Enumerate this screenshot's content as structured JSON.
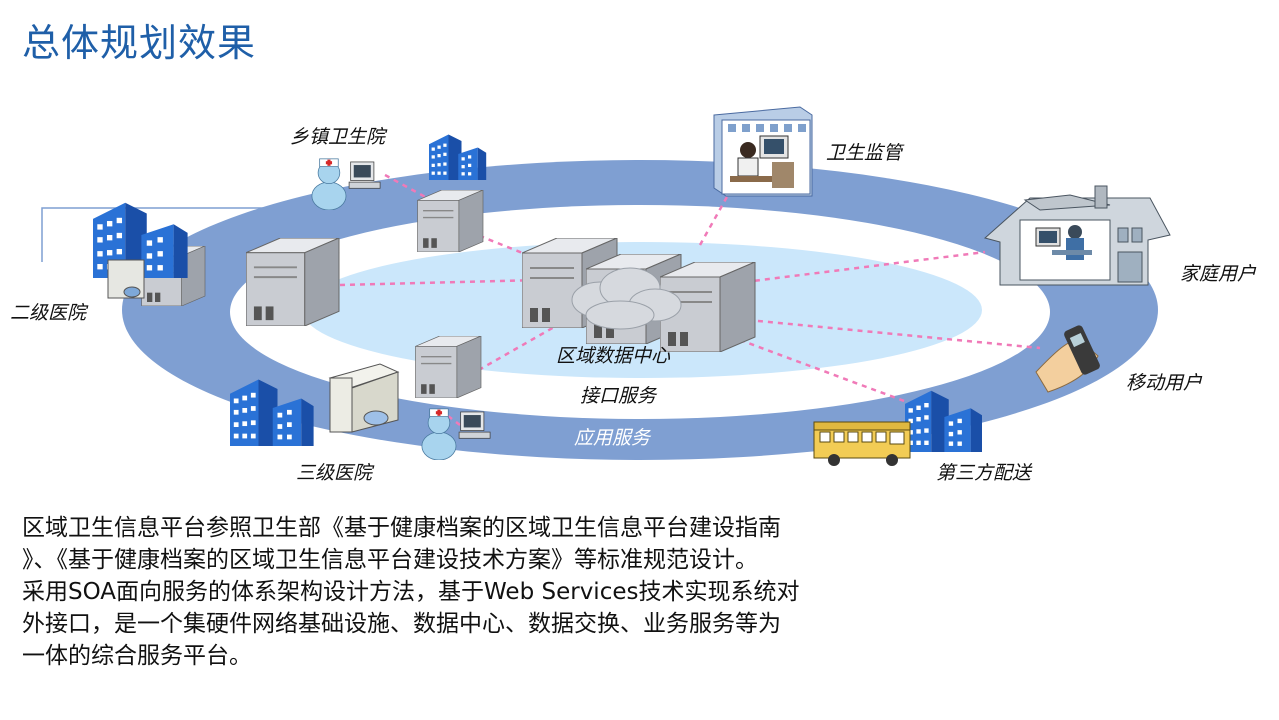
{
  "title": "总体规划效果",
  "diagram": {
    "labels": {
      "township": "乡镇卫生院",
      "supervision": "卫生监管",
      "secondary_hospital": "二级医院",
      "home_user": "家庭用户",
      "data_center": "区域数据中心",
      "mobile_user": "移动用户",
      "interface_service": "接口服务",
      "application_service": "应用服务",
      "third_party": "第三方配送",
      "tertiary_hospital": "三级医院"
    }
  },
  "description": {
    "lines": [
      "区域卫生信息平台参照卫生部《基于健康档案的区域卫生信息平台建设指南",
      "》、《基于健康档案的区域卫生信息平台建设技术方案》等标准规范设计。",
      "采用SOA面向服务的体系架构设计方法，基于Web Services技术实现系统对",
      "外接口，是一个集硬件网络基础设施、数据中心、数据交换、业务服务等为",
      "一体的综合服务平台。"
    ]
  }
}
